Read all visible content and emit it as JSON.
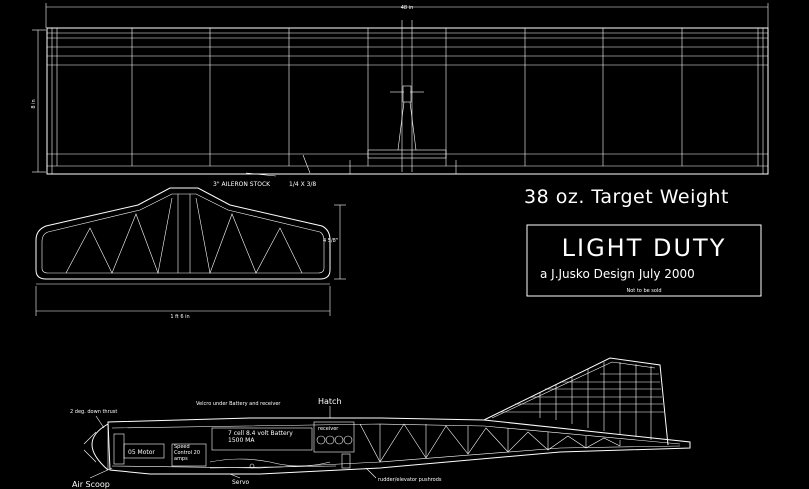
{
  "wing": {
    "span_label": "48 in",
    "chord_label": "8 in",
    "aileron_label": "3\" AILERON STOCK",
    "spar_label": "1/4 X 3/8"
  },
  "stab": {
    "span_label": "1 ft 6 in",
    "chord_label": "4 5/8\""
  },
  "notes": {
    "target_weight": "38 oz. Target Weight"
  },
  "title_block": {
    "title": "LIGHT DUTY",
    "credit": "a  J.Jusko Design July 2000",
    "notice": "Not to be sold"
  },
  "fuselage": {
    "thrust_note": "2 deg. down thrust",
    "velcro_note": "Velcro under Battery and receiver",
    "hatch_label": "Hatch",
    "receiver_label": "receiver",
    "motor_label": "05 Motor",
    "speed_control_label": "Speed Control 20 amps",
    "battery_label": "7 cell 8.4 volt Battery 1500 MA",
    "air_scoop_label": "Air Scoop",
    "servo_label": "Servo",
    "pushrod_label": "rudder/elevator pushrods"
  },
  "colors": {
    "background": "#000000",
    "lines": "#ffffff"
  }
}
